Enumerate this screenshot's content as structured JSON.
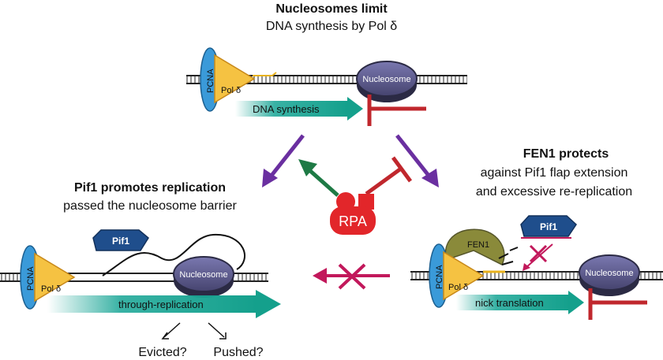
{
  "top": {
    "title": "Nucleosomes limit",
    "subtitle": "DNA synthesis by Pol δ",
    "pcna": "PCNA",
    "pol": "Pol δ",
    "nucleosome": "Nucleosome",
    "arrow_label": "DNA synthesis"
  },
  "left": {
    "title": "Pif1 promotes replication",
    "subtitle": "passed the nucleosome barrier",
    "pcna": "PCNA",
    "pol": "Pol δ",
    "pif1": "Pif1",
    "nucleosome": "Nucleosome",
    "arrow_label": "through-replication",
    "outcome_1": "Evicted?",
    "outcome_2": "Pushed?"
  },
  "right": {
    "title": "FEN1 protects",
    "subtitle_1": "against Pif1 flap extension",
    "subtitle_2": "and excessive re-replication",
    "pcna": "PCNA",
    "pol": "Pol δ",
    "fen1": "FEN1",
    "pif1": "Pif1",
    "nucleosome": "Nucleosome",
    "arrow_label": "nick translation"
  },
  "center": {
    "rpa": "RPA"
  },
  "colors": {
    "pcna": "#3a9ad9",
    "pol": "#f5c242",
    "nucleosome": "#5a5a8a",
    "synthesis_arrow": "#22a99a",
    "inhibition": "#c0272d",
    "purple_arrow": "#6a2fa0",
    "green_arrow": "#1e7a45",
    "rpa": "#e2262a",
    "pif1": "#1f4e8c",
    "fen1": "#8a8a3a",
    "magenta": "#c2185b"
  }
}
